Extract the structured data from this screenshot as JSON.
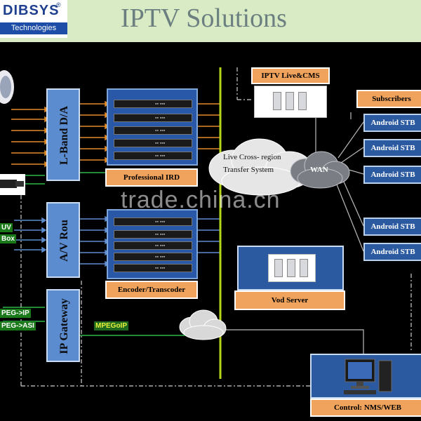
{
  "header": {
    "logo_text": "DIBSYS",
    "logo_registered": "®",
    "logo_subtitle": "Technologies",
    "title": "IPTV Solutions"
  },
  "blocks": {
    "lband_da": "L-Band D/A",
    "av_router": "A/V Rou",
    "ip_gateway": "IP Gateway"
  },
  "labels": {
    "professional_ird": "Professional IRD",
    "encoder_transcoder": "Encoder/Transcoder",
    "iptv_live_cms": "IPTV Live&CMS",
    "subscribers": "Subscribers",
    "vod_server": "Vod Server",
    "control": "Control: NMS/WEB",
    "wan": "WAN",
    "live_cross_region_1": "Live Cross- region",
    "live_cross_region_2": "Transfer System",
    "mpegoip": "MPEGoIP",
    "uv": "UV",
    "box": "Box",
    "peg_ip": "PEG->IP",
    "peg_asi": "PEG->ASI",
    "watermark": "trade.china.cn"
  },
  "stbs": [
    "Android STB",
    "Android STB",
    "Android STB",
    "Android STB",
    "Android STB"
  ],
  "colors": {
    "header_bg": "#d9ebc4",
    "block_blue": "#5b8ccf",
    "rack_blue": "#2a58a8",
    "label_orange": "#f0a35c",
    "stb_blue": "#2c5aa0",
    "bus_green": "#b5d61c",
    "line_orange": "#e08a2a"
  }
}
